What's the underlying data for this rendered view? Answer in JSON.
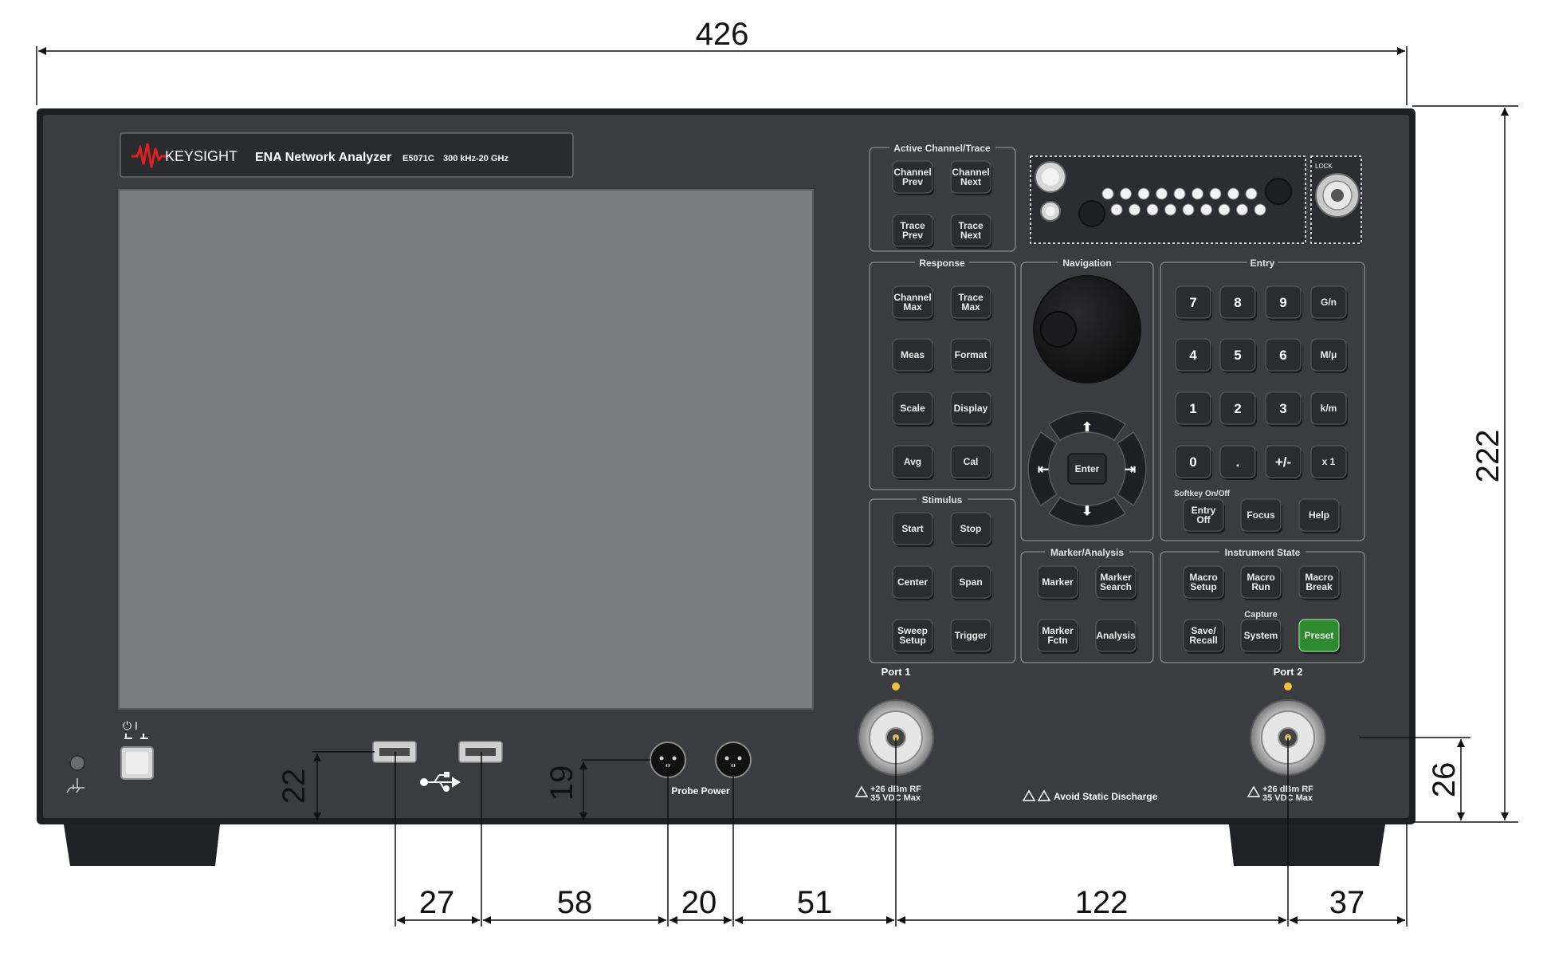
{
  "brand": {
    "logo_text": "KEYSIGHT",
    "product": "ENA Network Analyzer",
    "model": "E5071C",
    "range": "300 kHz-20 GHz"
  },
  "dimensions": {
    "width": "426",
    "height": "222",
    "port_height": "26",
    "usb_height": "22",
    "probe_height": "19",
    "gaps": [
      "27",
      "58",
      "20",
      "51",
      "122",
      "37"
    ]
  },
  "panels": {
    "active_channel": {
      "title": "Active Channel/Trace",
      "keys": [
        [
          "Channel",
          "Prev"
        ],
        [
          "Channel",
          "Next"
        ],
        [
          "Trace",
          "Prev"
        ],
        [
          "Trace",
          "Next"
        ]
      ]
    },
    "response": {
      "title": "Response",
      "keys": [
        [
          "Channel",
          "Max"
        ],
        [
          "Trace",
          "Max"
        ],
        [
          "Meas"
        ],
        [
          "Format"
        ],
        [
          "Scale"
        ],
        [
          "Display"
        ],
        [
          "Avg"
        ],
        [
          "Cal"
        ]
      ]
    },
    "stimulus": {
      "title": "Stimulus",
      "keys": [
        [
          "Start"
        ],
        [
          "Stop"
        ],
        [
          "Center"
        ],
        [
          "Span"
        ],
        [
          "Sweep",
          "Setup"
        ],
        [
          "Trigger"
        ]
      ]
    },
    "navigation": {
      "title": "Navigation",
      "enter": "Enter",
      "arrows": [
        "⬆",
        "⬇",
        "⇤",
        "⇥"
      ]
    },
    "marker": {
      "title": "Marker/Analysis",
      "keys": [
        [
          "Marker"
        ],
        [
          "Marker",
          "Search"
        ],
        [
          "Marker",
          "Fctn"
        ],
        [
          "Analysis"
        ]
      ]
    },
    "entry": {
      "title": "Entry",
      "keys": [
        "7",
        "8",
        "9",
        "G/n",
        "4",
        "5",
        "6",
        "M/μ",
        "1",
        "2",
        "3",
        "k/m",
        "0",
        ".",
        "+/-",
        "x 1"
      ],
      "softkey_label": "Softkey On/Off",
      "bottom_keys": [
        [
          "Entry",
          "Off"
        ],
        [
          "Focus"
        ],
        [
          "Help"
        ]
      ]
    },
    "instrument_state": {
      "title": "Instrument State",
      "keys": [
        [
          "Macro",
          "Setup"
        ],
        [
          "Macro",
          "Run"
        ],
        [
          "Macro",
          "Break"
        ],
        [
          "Save/",
          "Recall"
        ],
        [
          "System"
        ],
        [
          "Preset"
        ]
      ],
      "capture_label": "Capture",
      "lock_label": "LOCK"
    }
  },
  "ports": {
    "port1": "Port 1",
    "port2": "Port 2",
    "rating_line1": "+26 dBm RF",
    "rating_line2": "35 VDC Max",
    "static_warning": "Avoid Static Discharge",
    "probe_power": "Probe Power",
    "power_symbol": "⏻ I"
  },
  "colors": {
    "panel": "#3a3c40",
    "screen": "#7b7c7e",
    "key": "#2b2c2f",
    "preset": "#2e8a2e",
    "led": "#f0c040"
  }
}
